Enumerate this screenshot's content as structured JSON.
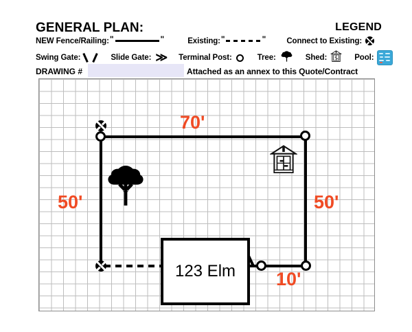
{
  "header": {
    "title": "GENERAL PLAN:",
    "legend_title": "LEGEND"
  },
  "legend": {
    "row1": [
      {
        "label": "NEW Fence/Railing:",
        "icon": "solid-line-symbol",
        "quote_open": "\"",
        "quote_close": "\""
      },
      {
        "label": "Existing:",
        "icon": "dashed-line-symbol",
        "quote_open": "\"",
        "quote_close": "\""
      },
      {
        "label": "Connect to Existing:",
        "icon": "connect-to-existing-icon"
      }
    ],
    "row2": [
      {
        "label": "Swing Gate:",
        "icon": "swing-gate-icon"
      },
      {
        "label": "Slide Gate:",
        "icon": "slide-gate-icon",
        "glyph": "≫"
      },
      {
        "label": "Terminal Post:",
        "icon": "terminal-post-icon"
      },
      {
        "label": "Tree:",
        "icon": "tree-icon"
      },
      {
        "label": "Shed:",
        "icon": "shed-icon"
      },
      {
        "label": "Pool:",
        "icon": "pool-icon"
      }
    ]
  },
  "drawing_row": {
    "label": "DRAWING #",
    "field_value": "",
    "field_placeholder": "",
    "annex_note": "Attached as an annex to this Quote/Contract"
  },
  "plan": {
    "house_label": "123 Elm",
    "dimensions": {
      "top": "70'",
      "left": "50'",
      "right": "50'",
      "bottom_right": "10'"
    },
    "objects": {
      "tree": "tree-icon",
      "shed": "shed-icon"
    }
  },
  "colors": {
    "dimension_text": "#f04b24",
    "fence_line": "#000000",
    "grid": "#bdbdbd",
    "canvas_border": "#8c8c8c",
    "field_background": "#e7e6f7",
    "pool_fill": "#3aa8d8"
  }
}
